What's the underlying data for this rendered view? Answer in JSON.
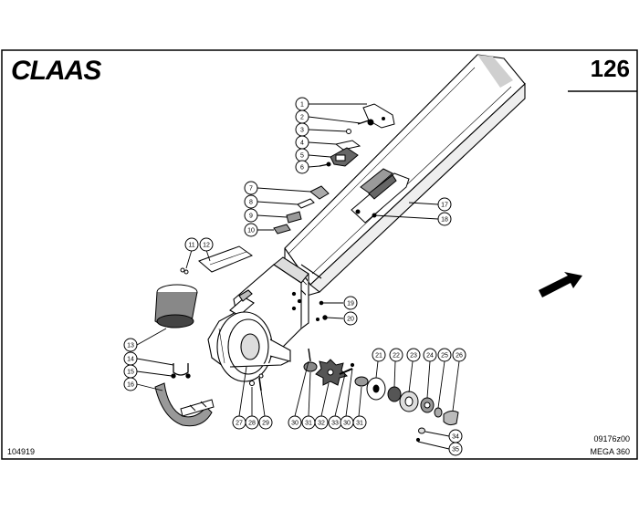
{
  "header": {
    "brand": "CLAAS",
    "page_number": "126"
  },
  "footer": {
    "doc_number": "104919",
    "ref_code": "09176z00",
    "model": "MEGA 360"
  },
  "callouts": [
    "1",
    "2",
    "3",
    "4",
    "5",
    "6",
    "7",
    "8",
    "9",
    "10",
    "11",
    "12",
    "13",
    "14",
    "15",
    "16",
    "17",
    "18",
    "19",
    "20",
    "21",
    "22",
    "23",
    "24",
    "25",
    "26",
    "27",
    "28",
    "29",
    "30",
    "31",
    "32",
    "33",
    "30",
    "31",
    "34",
    "35"
  ]
}
